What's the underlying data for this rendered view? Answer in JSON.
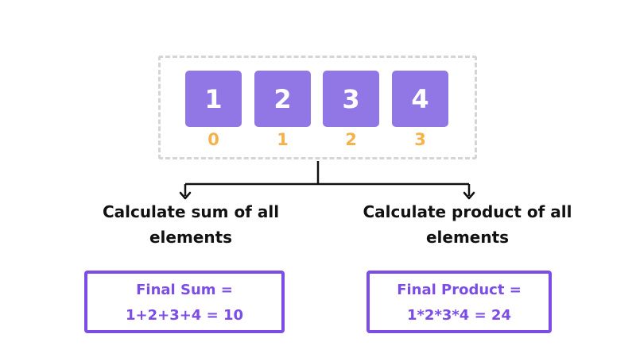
{
  "array": {
    "values": [
      "1",
      "2",
      "3",
      "4"
    ],
    "indices": [
      "0",
      "1",
      "2",
      "3"
    ]
  },
  "left": {
    "caption_line1": "Calculate sum of all",
    "caption_line2": "elements",
    "result_line1": "Final Sum =",
    "result_line2": "1+2+3+4 = 10"
  },
  "right": {
    "caption_line1": "Calculate product of all",
    "caption_line2": "elements",
    "result_line1": "Final Product =",
    "result_line2": "1*2*3*4 = 24"
  },
  "colors": {
    "cell_fill": "#9176e6",
    "index_text": "#f5b24a",
    "result_accent": "#7b4ce6",
    "frame_border": "#d5d5d5"
  }
}
